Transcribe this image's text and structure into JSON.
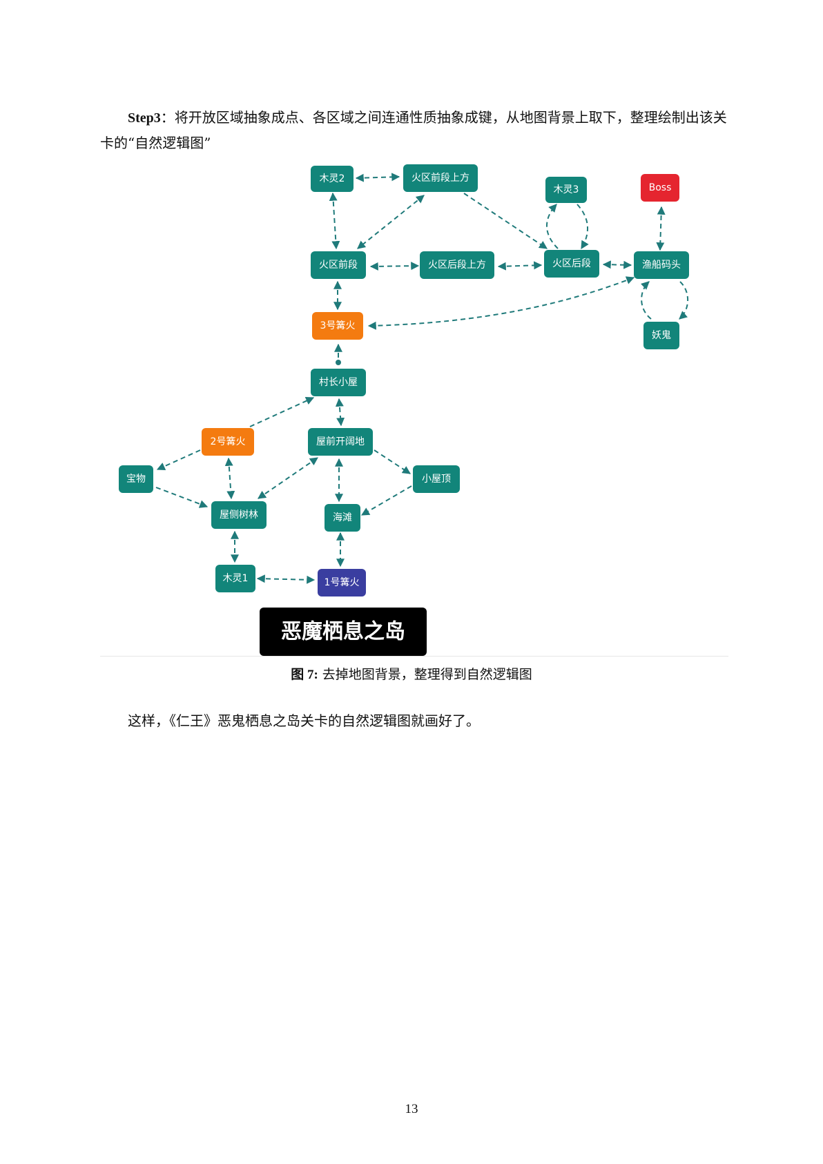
{
  "intro": {
    "step_label": "Step3",
    "text": "：将开放区域抽象成点、各区域之间连通性质抽象成键，从地图背景上取下，整理绘制出该关卡的“自然逻辑图”"
  },
  "diagram": {
    "colors": {
      "teal": "#12857a",
      "orange": "#f47b10",
      "red": "#e5252f",
      "blue": "#3a3ea0",
      "black": "#000000",
      "edge": "#1f7a7a"
    },
    "nodes": {
      "mulin2": "木灵2",
      "huoqu_qianduan_shangfang": "火区前段上方",
      "mulin3": "木灵3",
      "boss": "Boss",
      "huoqu_qianduan": "火区前段",
      "huoqu_houduan_shangfang": "火区后段上方",
      "huoqu_houduan": "火区后段",
      "yuchuan_matou": "渔船码头",
      "bonfire3": "3号篝火",
      "yaogui": "妖鬼",
      "cunzhang_xiaowu": "村长小屋",
      "bonfire2": "2号篝火",
      "wuqian_kuodi": "屋前开阔地",
      "baowu": "宝物",
      "xiaowu_ding": "小屋顶",
      "wuce_shulin": "屋侧树林",
      "haitan": "海滩",
      "mulin1": "木灵1",
      "bonfire1": "1号篝火"
    },
    "banner": "恶魔栖息之岛"
  },
  "caption": {
    "label": "图 7:",
    "text": " 去掉地图背景，整理得到自然逻辑图"
  },
  "closing": "这样，《仁王》恶鬼栖息之岛关卡的自然逻辑图就画好了。",
  "page_number": "13"
}
